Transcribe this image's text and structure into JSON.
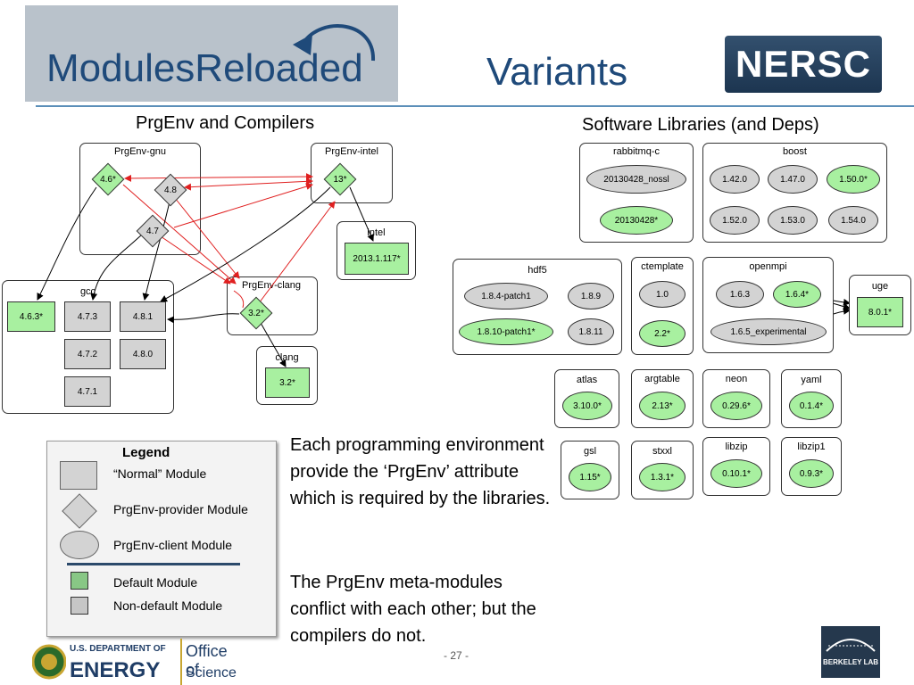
{
  "header": {
    "logo_text": "ModulesReloaded",
    "title": "Variants",
    "nersc_logo": "NERSC"
  },
  "compilers": {
    "title": "PrgEnv  and Compilers",
    "prgenv_gnu": {
      "title": "PrgEnv-gnu",
      "v1": "4.6*",
      "v2": "4.8",
      "v3": "4.7"
    },
    "prgenv_intel": {
      "title": "PrgEnv-intel",
      "v1": "13*"
    },
    "intel": {
      "title": "intel",
      "v1": "2013.1.117*"
    },
    "gcc": {
      "title": "gcc",
      "v1": "4.6.3*",
      "v2": "4.7.3",
      "v3": "4.8.1",
      "v4": "4.7.2",
      "v5": "4.8.0",
      "v6": "4.7.1"
    },
    "prgenv_clang": {
      "title": "PrgEnv-clang",
      "v1": "3.2*"
    },
    "clang": {
      "title": "clang",
      "v1": "3.2*"
    }
  },
  "libraries": {
    "title": "Software Libraries (and Deps)",
    "rabbitmq": {
      "title": "rabbitmq-c",
      "v1": "20130428_nossl",
      "v2": "20130428*"
    },
    "boost": {
      "title": "boost",
      "v1": "1.42.0",
      "v2": "1.47.0",
      "v3": "1.50.0*",
      "v4": "1.52.0",
      "v5": "1.53.0",
      "v6": "1.54.0"
    },
    "hdf5": {
      "title": "hdf5",
      "v1": "1.8.4-patch1",
      "v2": "1.8.9",
      "v3": "1.8.10-patch1*",
      "v4": "1.8.11"
    },
    "ctemplate": {
      "title": "ctemplate",
      "v1": "1.0",
      "v2": "2.2*"
    },
    "openmpi": {
      "title": "openmpi",
      "v1": "1.6.3",
      "v2": "1.6.4*",
      "v3": "1.6.5_experimental"
    },
    "uge": {
      "title": "uge",
      "v1": "8.0.1*"
    },
    "atlas": {
      "title": "atlas",
      "v1": "3.10.0*"
    },
    "argtable": {
      "title": "argtable",
      "v1": "2.13*"
    },
    "neon": {
      "title": "neon",
      "v1": "0.29.6*"
    },
    "yaml": {
      "title": "yaml",
      "v1": "0.1.4*"
    },
    "gsl": {
      "title": "gsl",
      "v1": "1.15*"
    },
    "stxxl": {
      "title": "stxxl",
      "v1": "1.3.1*"
    },
    "libzip": {
      "title": "libzip",
      "v1": "0.10.1*"
    },
    "libzip1": {
      "title": "libzip1",
      "v1": "0.9.3*"
    }
  },
  "legend": {
    "title": "Legend",
    "normal": "“Normal” Module",
    "provider": "PrgEnv-provider Module",
    "client": "PrgEnv-client Module",
    "default": "Default Module",
    "nondefault": "Non-default Module"
  },
  "body": {
    "para1": "Each programming environment provide the ‘PrgEnv’ attribute which is required by the libraries.",
    "para2": "The PrgEnv meta-modules conflict with each other; but the compilers do not."
  },
  "footer": {
    "page": "- 27 -",
    "doe_line1": "U.S. DEPARTMENT OF",
    "doe_line2": "ENERGY",
    "doe_office1": "Office of",
    "doe_office2": "Science",
    "berkeley": "BERKELEY LAB"
  },
  "colors": {
    "default_green": "#a8f0a0",
    "nondefault_grey": "#d3d3d3",
    "title_blue": "#1f4a7a",
    "conflict_red": "#e02020"
  }
}
